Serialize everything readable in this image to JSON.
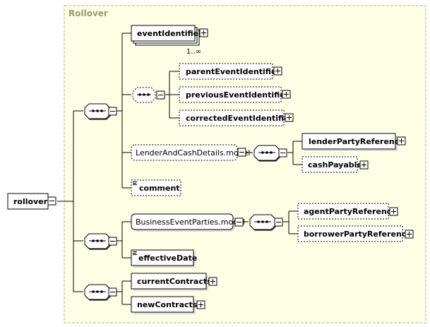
{
  "group": {
    "title": "Rollover"
  },
  "root": {
    "label": "rollover"
  },
  "elements": {
    "eventIdentifier": "eventIdentifier",
    "eventIdentifier_occurs": "1..∞",
    "parentEventIdentifier": "parentEventIdentifier",
    "previousEventIdentifier": "previousEventIdentifier",
    "correctedEventIdentifier": "correctedEventIdentifier",
    "lenderAndCashDetails": "LenderAndCashDetails.model",
    "lenderPartyReference": "lenderPartyReference",
    "cashPayable": "cashPayable",
    "comment": "comment",
    "businessEventParties": "BusinessEventParties.model",
    "agentPartyReference": "agentPartyReference",
    "borrowerPartyReference": "borrowerPartyReference",
    "effectiveDate": "effectiveDate",
    "currentContracts": "currentContracts",
    "newContracts": "newContracts"
  },
  "colors": {
    "group_fill": "#ffffe6",
    "group_border": "#b5b58a",
    "box_border": "#000000",
    "line": "#000000"
  }
}
